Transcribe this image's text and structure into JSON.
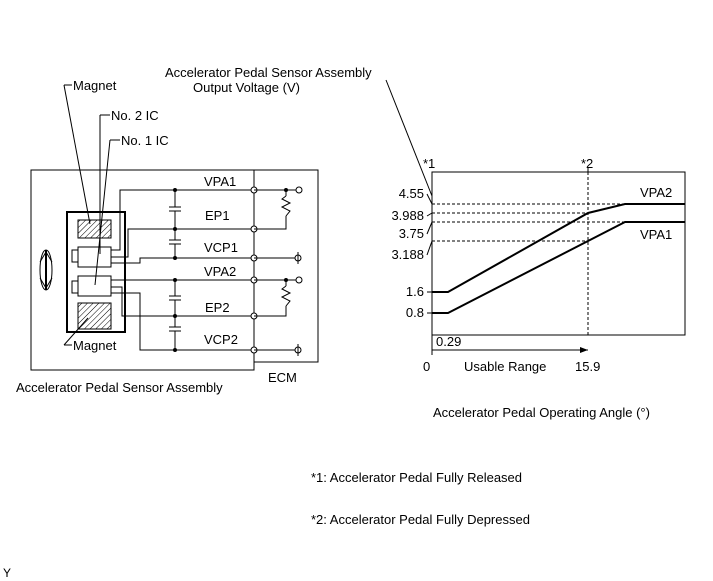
{
  "diagram": {
    "sensor_labels": {
      "magnet_top": "Magnet",
      "ic2": "No. 2 IC",
      "ic1": "No. 1 IC",
      "magnet_bottom": "Magnet"
    },
    "terminals": [
      "VPA1",
      "EP1",
      "VCP1",
      "VPA2",
      "EP2",
      "VCP2"
    ],
    "assembly_label": "Accelerator Pedal Sensor Assembly",
    "ecm_label": "ECM",
    "figure_code": "Y"
  },
  "chart_data": {
    "type": "line",
    "ylabel_line1": "Accelerator Pedal Sensor Assembly",
    "ylabel_line2": "Output Voltage (V)",
    "xlabel": "Accelerator Pedal Operating Angle (°)",
    "y_ticks": [
      "4.55",
      "3.988",
      "3.75",
      "3.188",
      "1.6",
      "0.8"
    ],
    "x_ticks": [
      "0",
      "0.29",
      "15.9"
    ],
    "range_label": "Usable Range",
    "markers": [
      "*1",
      "*2"
    ],
    "series": [
      {
        "name": "VPA2",
        "points": [
          [
            0,
            1.6
          ],
          [
            0.29,
            1.6
          ],
          [
            15.9,
            3.988
          ],
          [
            17,
            4.55
          ],
          [
            20,
            4.55
          ]
        ]
      },
      {
        "name": "VPA1",
        "points": [
          [
            0,
            0.8
          ],
          [
            0.29,
            0.8
          ],
          [
            15.9,
            3.188
          ],
          [
            17,
            3.75
          ],
          [
            20,
            3.75
          ]
        ]
      }
    ]
  },
  "notes": {
    "note1": "*1: Accelerator Pedal Fully Released",
    "note2": "*2: Accelerator Pedal Fully Depressed"
  }
}
